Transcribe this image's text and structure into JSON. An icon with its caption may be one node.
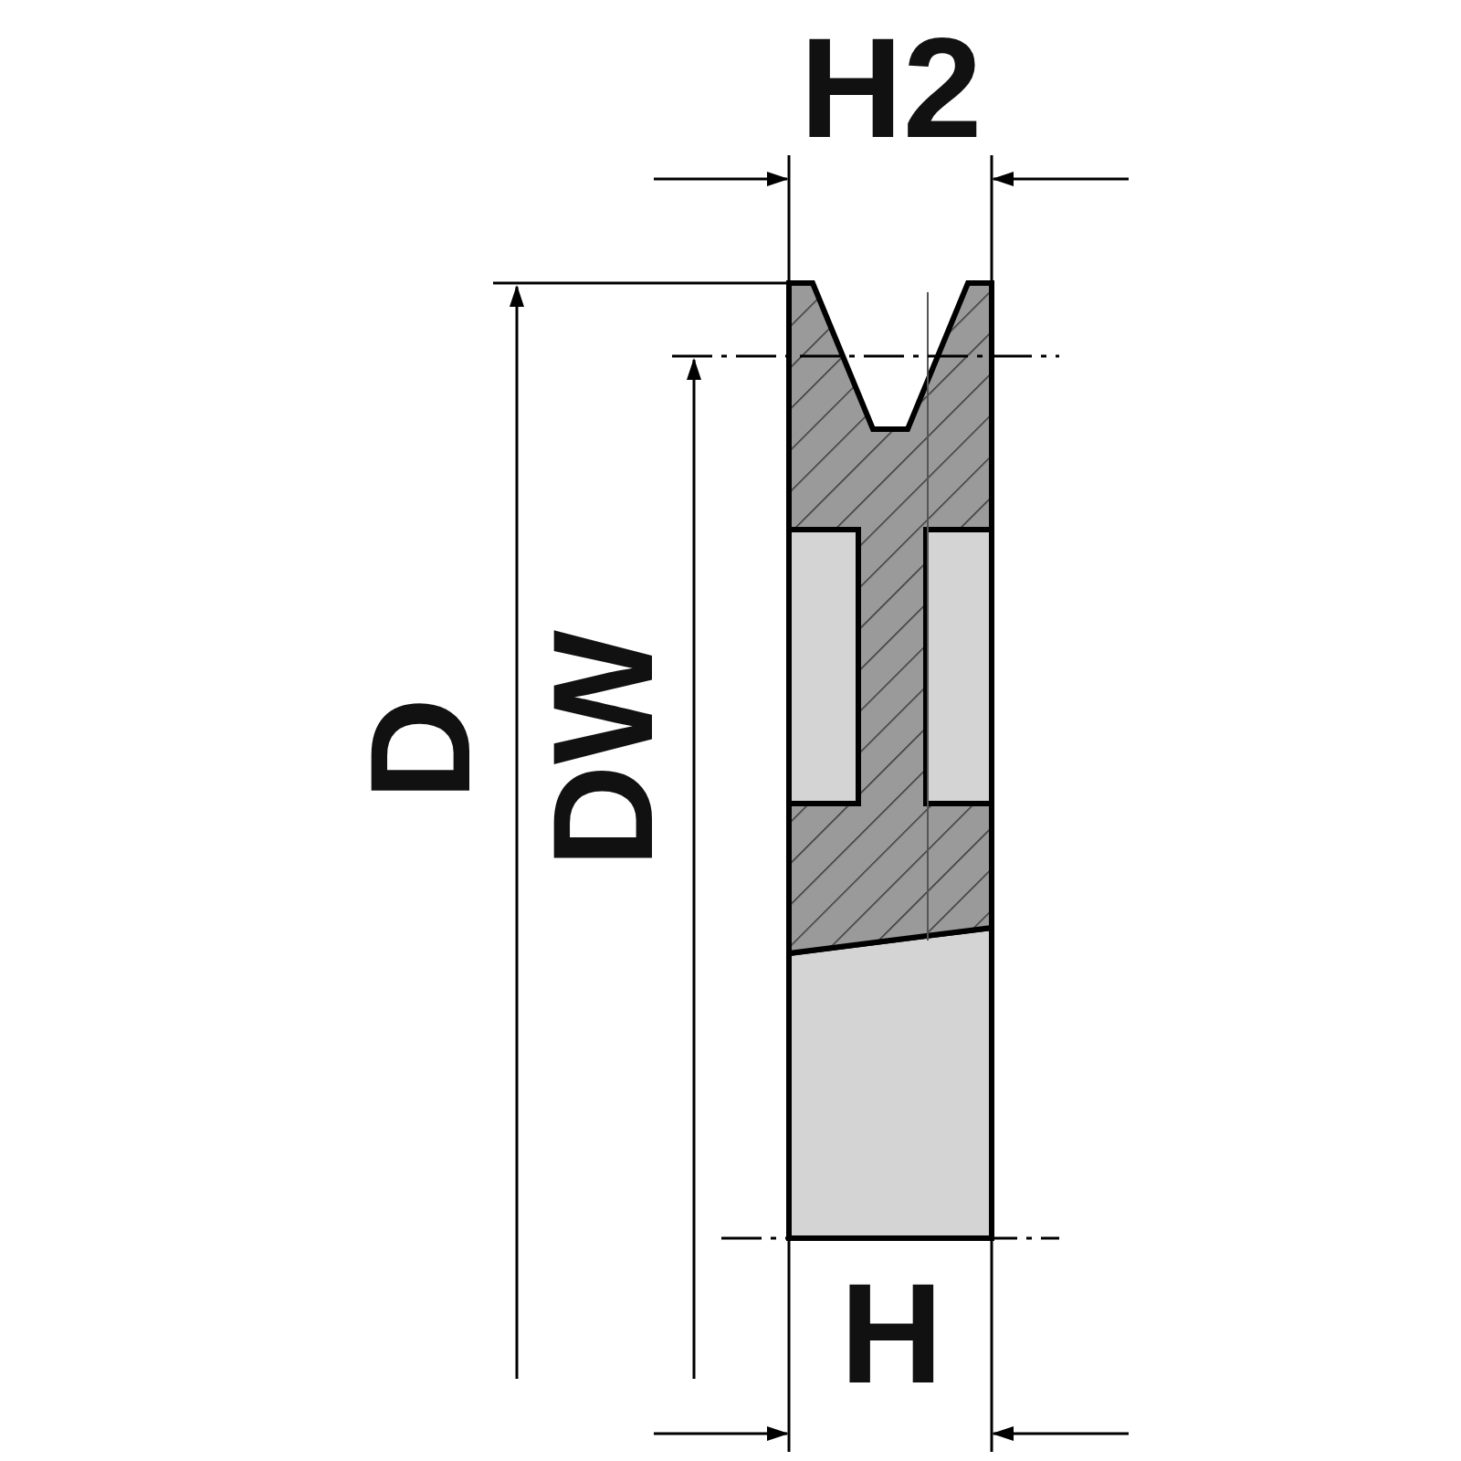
{
  "diagram": {
    "labels": [
      "H2",
      "D",
      "DW",
      "H"
    ]
  }
}
